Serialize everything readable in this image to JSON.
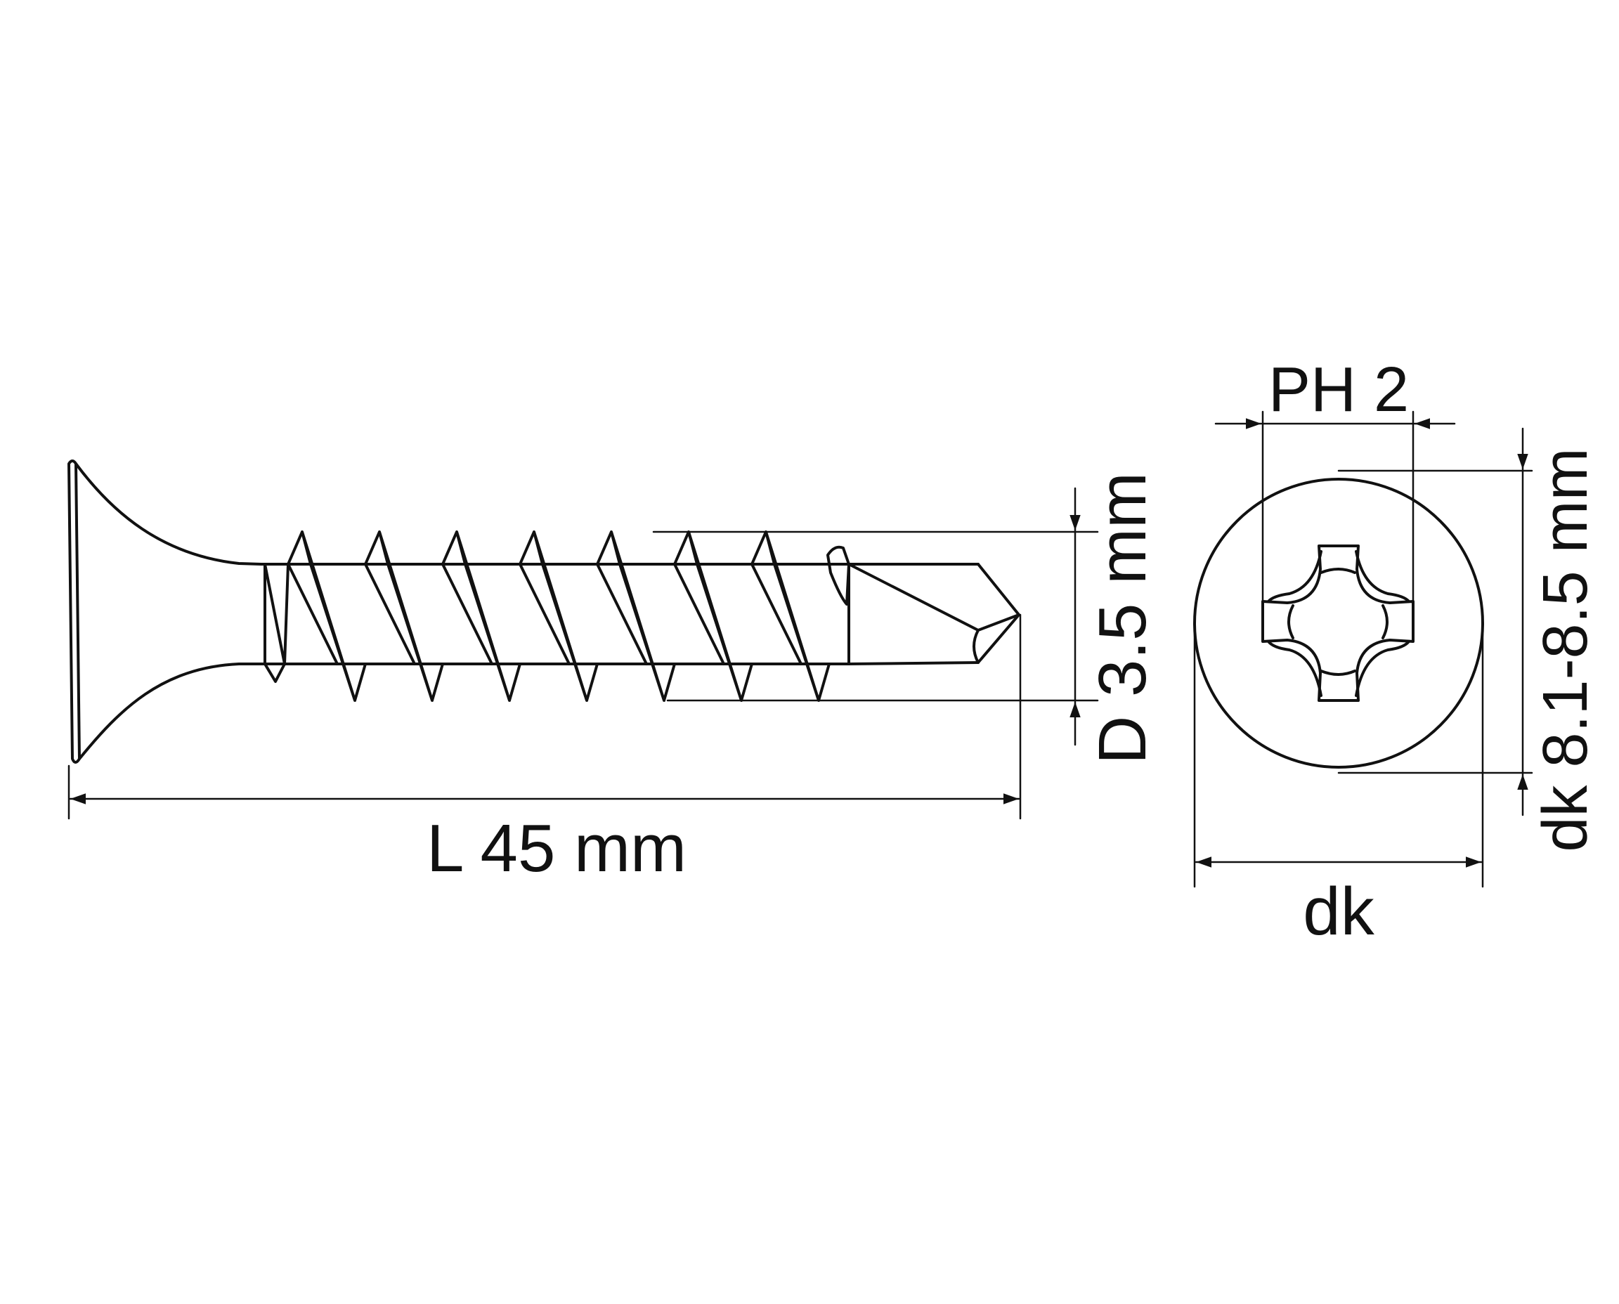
{
  "colors": {
    "stroke": "#111111",
    "background": "#ffffff"
  },
  "labels": {
    "length": "L 45 mm",
    "thread_diameter": "D 3.5 mm",
    "drive": "PH 2",
    "head_diameter_symbol": "dk",
    "head_diameter_range": "dk 8.1-8.5 mm"
  }
}
